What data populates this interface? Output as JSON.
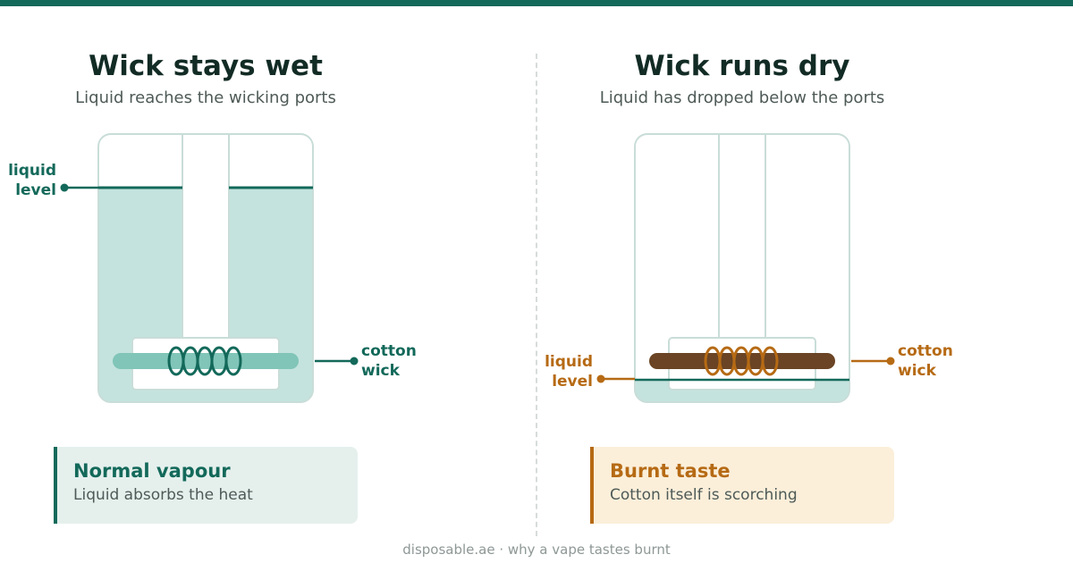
{
  "colors": {
    "brand": "#13695a",
    "warning": "#b66a14",
    "liquid": "#c4e3de",
    "wet_wick": "#80c5b8",
    "burnt_wick": "#6a4424"
  },
  "panels": {
    "wet": {
      "title": "Wick stays wet",
      "subtitle": "Liquid reaches the wicking ports",
      "label_liquid_line1": "liquid",
      "label_liquid_line2": "level",
      "label_wick_line1": "cotton",
      "label_wick_line2": "wick",
      "card_title": "Normal vapour",
      "card_text": "Liquid absorbs the heat"
    },
    "dry": {
      "title": "Wick runs dry",
      "subtitle": "Liquid has dropped below the ports",
      "label_liquid_line1": "liquid",
      "label_liquid_line2": "level",
      "label_wick_line1": "cotton",
      "label_wick_line2": "wick",
      "card_title": "Burnt taste",
      "card_text": "Cotton itself is scorching"
    }
  },
  "footer": "disposable.ae · why a vape tastes burnt"
}
